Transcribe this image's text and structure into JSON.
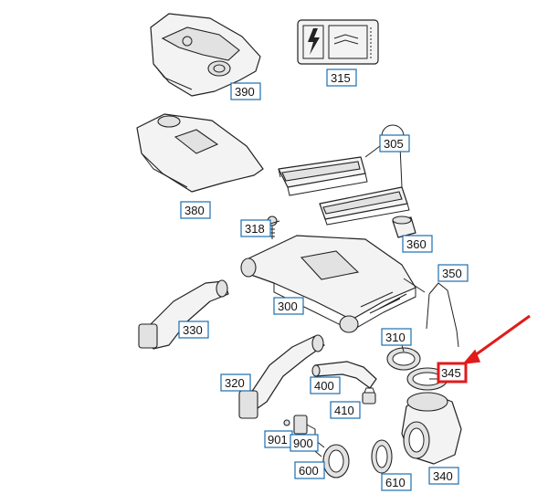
{
  "diagram": {
    "callouts": [
      {
        "id": "390",
        "text": "390"
      },
      {
        "id": "315",
        "text": "315"
      },
      {
        "id": "305",
        "text": "305"
      },
      {
        "id": "380",
        "text": "380"
      },
      {
        "id": "318",
        "text": "318"
      },
      {
        "id": "360",
        "text": "360"
      },
      {
        "id": "350",
        "text": "350"
      },
      {
        "id": "300",
        "text": "300"
      },
      {
        "id": "330",
        "text": "330"
      },
      {
        "id": "310",
        "text": "310"
      },
      {
        "id": "345",
        "text": "345",
        "highlighted": true
      },
      {
        "id": "320",
        "text": "320"
      },
      {
        "id": "400",
        "text": "400"
      },
      {
        "id": "410",
        "text": "410"
      },
      {
        "id": "901",
        "text": "901"
      },
      {
        "id": "900",
        "text": "900"
      },
      {
        "id": "600",
        "text": "600"
      },
      {
        "id": "610",
        "text": "610"
      },
      {
        "id": "340",
        "text": "340"
      }
    ],
    "highlight_color": "#e01b1b",
    "callout_border_color": "#1c6fb0"
  }
}
